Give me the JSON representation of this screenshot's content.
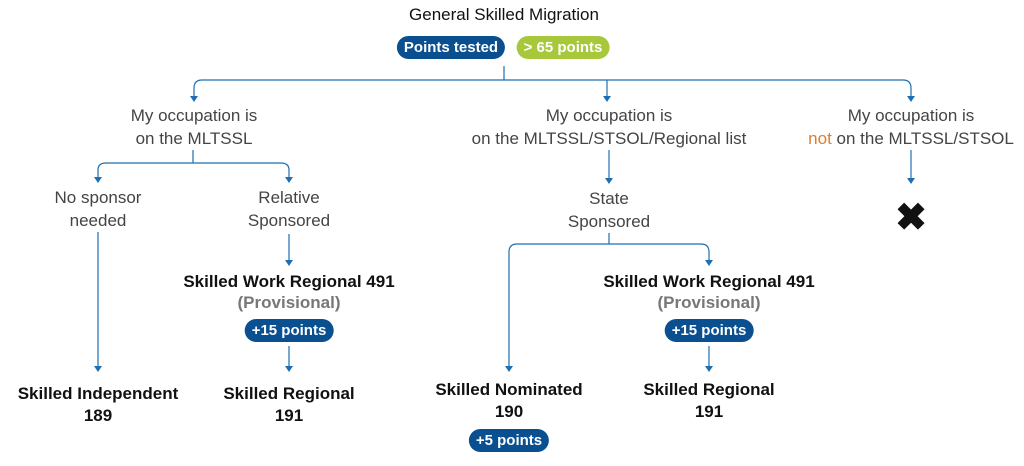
{
  "header": {
    "title": "General Skilled Migration",
    "points_tested": "Points tested",
    "points_threshold": "> 65 points"
  },
  "branch_left": {
    "line1": "My occupation is",
    "line2": "on the MLTSSL",
    "no_sponsor_1": "No sponsor",
    "no_sponsor_2": "needed",
    "relative_1": "Relative",
    "relative_2": "Sponsored",
    "visa_491_title": "Skilled Work Regional 491",
    "visa_491_sub": "(Provisional)",
    "bonus_491": "+15 points",
    "independent_title": "Skilled Independent",
    "independent_code": "189",
    "regional_title": "Skilled Regional",
    "regional_code": "191"
  },
  "branch_middle": {
    "line1": "My occupation is",
    "line2": "on the MLTSSL/STSOL/Regional list",
    "state_1": "State",
    "state_2": "Sponsored",
    "nominated_title": "Skilled Nominated",
    "nominated_code": "190",
    "bonus_190": "+5 points",
    "visa_491_title": "Skilled Work Regional 491",
    "visa_491_sub": "(Provisional)",
    "bonus_491": "+15 points",
    "regional_title": "Skilled Regional",
    "regional_code": "191"
  },
  "branch_right": {
    "line1": "My occupation is",
    "line2_not": "not",
    "line2_rest": " on the MLTSSL/STSOL",
    "result_symbol": "✖"
  },
  "colors": {
    "line": "#1f6fb0",
    "pill_blue": "#0a4f8f",
    "pill_green": "#a6c83a",
    "not_text": "#e07c2f"
  }
}
